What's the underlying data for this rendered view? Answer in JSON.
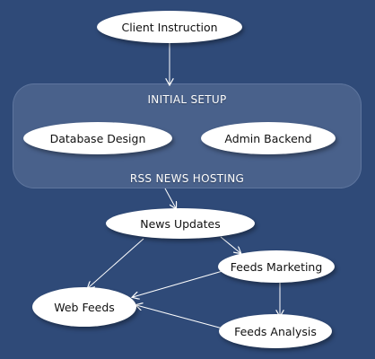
{
  "colors": {
    "background": "#2f4a78",
    "panel": "#5f749b",
    "node_fill": "#ffffff",
    "node_text": "#111111",
    "arrow": "#ffffff"
  },
  "diagram": {
    "nodes": [
      {
        "id": "client",
        "label": "Client Instruction"
      },
      {
        "id": "database",
        "label": "Database Design"
      },
      {
        "id": "admin",
        "label": "Admin Backend"
      },
      {
        "id": "news",
        "label": "News Updates"
      },
      {
        "id": "marketing",
        "label": "Feeds Marketing"
      },
      {
        "id": "webfeeds",
        "label": "Web Feeds"
      },
      {
        "id": "analysis",
        "label": "Feeds Analysis"
      }
    ],
    "groups": [
      {
        "id": "setup",
        "title": "INITIAL SETUP",
        "footer": "RSS NEWS HOSTING",
        "members": [
          "database",
          "admin"
        ]
      }
    ],
    "edges": [
      {
        "from": "client",
        "to": "setup"
      },
      {
        "from": "setup",
        "to": "news"
      },
      {
        "from": "news",
        "to": "marketing"
      },
      {
        "from": "news",
        "to": "webfeeds"
      },
      {
        "from": "marketing",
        "to": "webfeeds"
      },
      {
        "from": "marketing",
        "to": "analysis"
      },
      {
        "from": "analysis",
        "to": "webfeeds"
      }
    ]
  }
}
